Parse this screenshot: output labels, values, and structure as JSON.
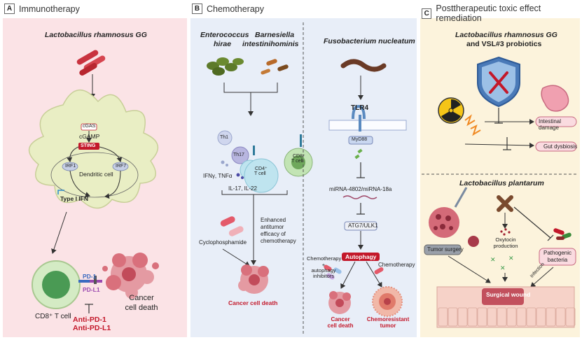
{
  "panels": {
    "a": {
      "letter": "A",
      "title": "Immunotherapy"
    },
    "b": {
      "letter": "B",
      "title": "Chemotherapy"
    },
    "c": {
      "letter": "C",
      "title": "Posttherapeutic toxic effect remediation"
    }
  },
  "a": {
    "bacterium": "Lactobacillus rhamnosus GG",
    "cgas": "cGAS",
    "cgamp": "cGAMP",
    "sting": "STING",
    "irf1": "IRF1",
    "irf7": "IRF7",
    "dendritic": "Dendritic cell",
    "ifn": "Type I IFN",
    "pd1": "PD-1",
    "pdl1": "PD-L1",
    "tcell": "CD8⁺ T cell",
    "cancer_death_1": "Cancer",
    "cancer_death_2": "cell death",
    "anti_pd1": "Anti-PD-1",
    "anti_pdl1": "Anti-PD-L1"
  },
  "b": {
    "enterococcus_1": "Enterococcus",
    "enterococcus_2": "hirae",
    "barnesiella_1": "Barnesiella",
    "barnesiella_2": "intestinihominis",
    "th1": "Th1",
    "th17": "Th17",
    "cd4_1": "CD4⁺",
    "cd4_2": "T cell",
    "cd8_1": "CD8⁺",
    "cd8_2": "T cell",
    "ifn": "IFNγ, TNFα",
    "il": "IL-17, IL-22",
    "enhanced_1": "Enhanced",
    "enhanced_2": "antitumor",
    "enhanced_3": "efficacy of",
    "enhanced_4": "chemotherapy",
    "cyclo": "Cyclophosphamide",
    "cancer_death": "Cancer cell death",
    "fuso": "Fusobacterium nucleatum",
    "tlr4": "TLR4",
    "myd88": "MyD88",
    "mirna": "miRNA-4802/miRNA-18a",
    "atg": "ATG7/ULK1",
    "autophagy": "Autophagy",
    "chemo_inhib_1": "Chemotherapy",
    "chemo_inhib_2": "+",
    "chemo_inhib_3": "autophagy",
    "chemo_inhib_4": "inhibitors",
    "chemo": "Chemotherapy",
    "cancer_death2_1": "Cancer",
    "cancer_death2_2": "cell death",
    "chemores_1": "Chemoresistant",
    "chemores_2": "tumor"
  },
  "c": {
    "probiotics_1": "Lactobacillus rhamnosus GG",
    "probiotics_2": "and VSL#3 probiotics",
    "intestinal": "Intestinal damage",
    "dysbiosis": "Gut dysbiosis",
    "plantarum": "Lactobacillus plantarum",
    "surgery": "Tumor surgery",
    "oxytocin_1": "Oxytocin",
    "oxytocin_2": "production",
    "pathogenic_1": "Pathogenic",
    "pathogenic_2": "bacteria",
    "infection": "Infection",
    "wound": "Surgical wound"
  },
  "colors": {
    "panel_a": "#fbe3e6",
    "panel_b": "#e8eef8",
    "panel_c": "#fcf3dc",
    "accent_red": "#c3182a"
  }
}
